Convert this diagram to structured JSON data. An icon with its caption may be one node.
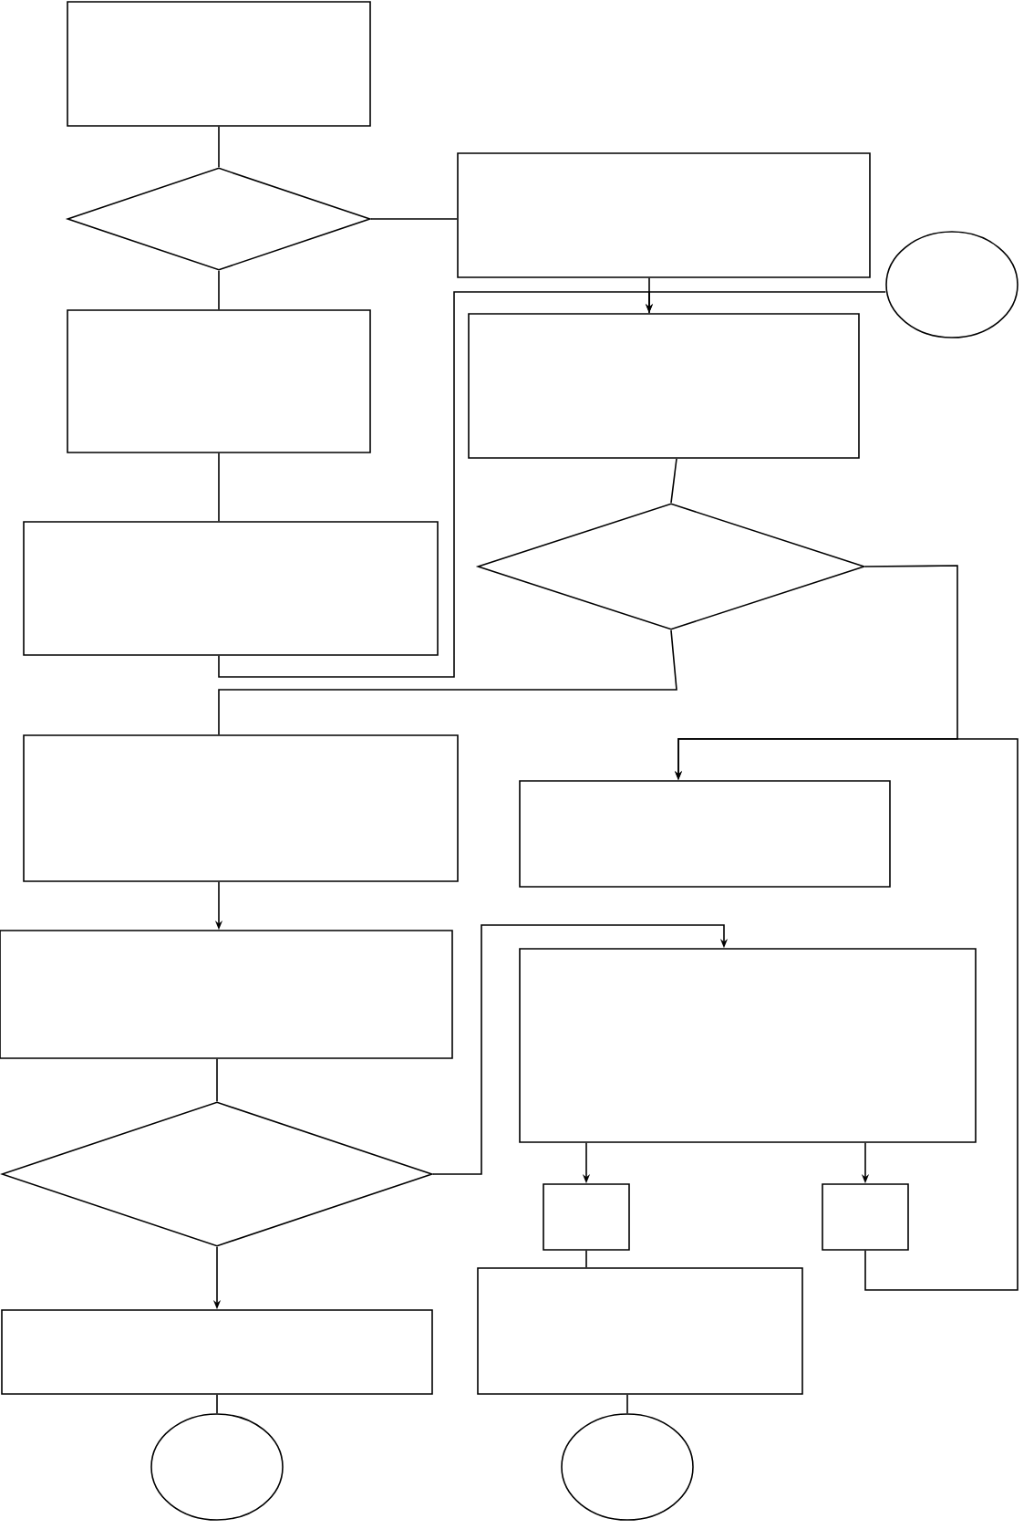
{
  "diagram": {
    "nodes": [
      {
        "text": [],
        "shape": "box"
      },
      {
        "text": [],
        "shape": "diamond"
      },
      {
        "text": [],
        "shape": "box"
      },
      {
        "text": [],
        "shape": "circle"
      },
      {
        "text": [],
        "shape": "box"
      },
      {
        "text": [],
        "shape": "box"
      },
      {
        "text": [],
        "shape": "box"
      },
      {
        "text": [],
        "shape": "diamond"
      },
      {
        "text": [],
        "shape": "box"
      },
      {
        "text": [],
        "shape": "box"
      },
      {
        "text": [],
        "shape": "box"
      },
      {
        "text": [],
        "shape": "box"
      },
      {
        "text": [],
        "shape": "diamond"
      },
      {
        "text": [],
        "shape": "box"
      },
      {
        "text": [],
        "shape": "box"
      },
      {
        "text": [],
        "shape": "box"
      },
      {
        "text": [],
        "shape": "box"
      },
      {
        "text": [],
        "shape": "circle"
      },
      {
        "text": [],
        "shape": "circle"
      }
    ],
    "edges": [
      {
        "from": 0,
        "to": 1,
        "arrow": "none"
      },
      {
        "from": 1,
        "to": 2,
        "arrow": "none"
      },
      {
        "from": 1,
        "to": 4,
        "arrow": "none"
      },
      {
        "from": 4,
        "to": 6,
        "arrow": "none"
      },
      {
        "from": 2,
        "to": 5,
        "arrow": "none"
      },
      {
        "from": 6,
        "to": 5,
        "arrow": "to"
      },
      {
        "from": 3,
        "to": 5,
        "arrow": "to"
      },
      {
        "from": 5,
        "to": 7,
        "arrow": "none"
      },
      {
        "from": 7,
        "to": 8,
        "arrow": "none"
      },
      {
        "from": 7,
        "to": 9,
        "arrow": "to"
      },
      {
        "from": 14,
        "to": 9,
        "arrow": "to"
      },
      {
        "from": 8,
        "to": 10,
        "arrow": "to"
      },
      {
        "from": 10,
        "to": 12,
        "arrow": "none"
      },
      {
        "from": 12,
        "to": 15,
        "arrow": "to"
      },
      {
        "from": 12,
        "to": 11,
        "arrow": "to"
      },
      {
        "from": 11,
        "to": 13,
        "arrow": "to"
      },
      {
        "from": 11,
        "to": 14,
        "arrow": "to"
      },
      {
        "from": 13,
        "to": 16,
        "arrow": "none"
      },
      {
        "from": 15,
        "to": 17,
        "arrow": "none"
      },
      {
        "from": 16,
        "to": 18,
        "arrow": "none"
      }
    ]
  }
}
